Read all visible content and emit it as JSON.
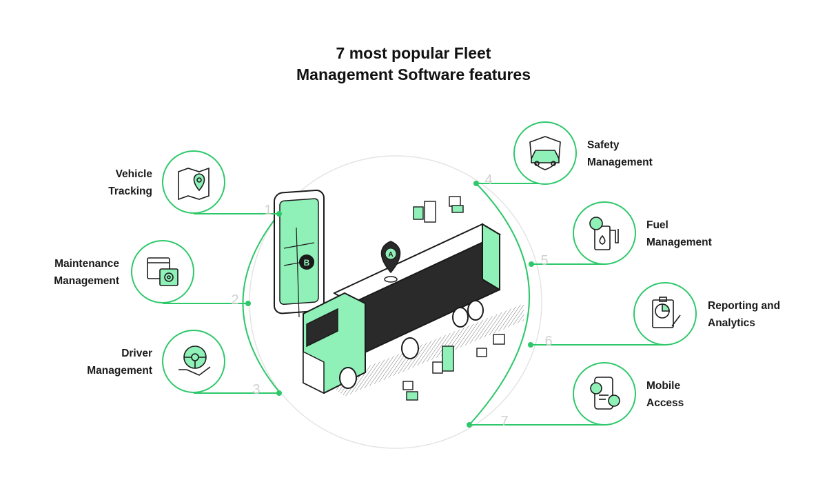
{
  "title": {
    "line1": "7 most popular Fleet",
    "line2": "Management Software features"
  },
  "colors": {
    "accent": "#2dc86a",
    "accent_light": "#8ff0b8",
    "ink": "#1a1a1a",
    "number": "#d0d0d0",
    "ring": "#e4e4e4"
  },
  "features": [
    {
      "number": "1",
      "line1": "Vehicle",
      "line2": "Tracking",
      "icon": "map-pin-icon"
    },
    {
      "number": "2",
      "line1": "Maintenance",
      "line2": "Management",
      "icon": "browser-gear-icon"
    },
    {
      "number": "3",
      "line1": "Driver",
      "line2": "Management",
      "icon": "steering-wheel-hand-icon"
    },
    {
      "number": "4",
      "line1": "Safety",
      "line2": "Management",
      "icon": "shield-car-icon"
    },
    {
      "number": "5",
      "line1": "Fuel",
      "line2": "Management",
      "icon": "fuel-pump-icon"
    },
    {
      "number": "6",
      "line1": "Reporting and",
      "line2": "Analytics",
      "icon": "clipboard-chart-icon"
    },
    {
      "number": "7",
      "line1": "Mobile",
      "line2": "Access",
      "icon": "phone-chat-icon"
    }
  ],
  "illustration": {
    "pin_letter_truck": "A",
    "pin_letter_phone": "B"
  }
}
